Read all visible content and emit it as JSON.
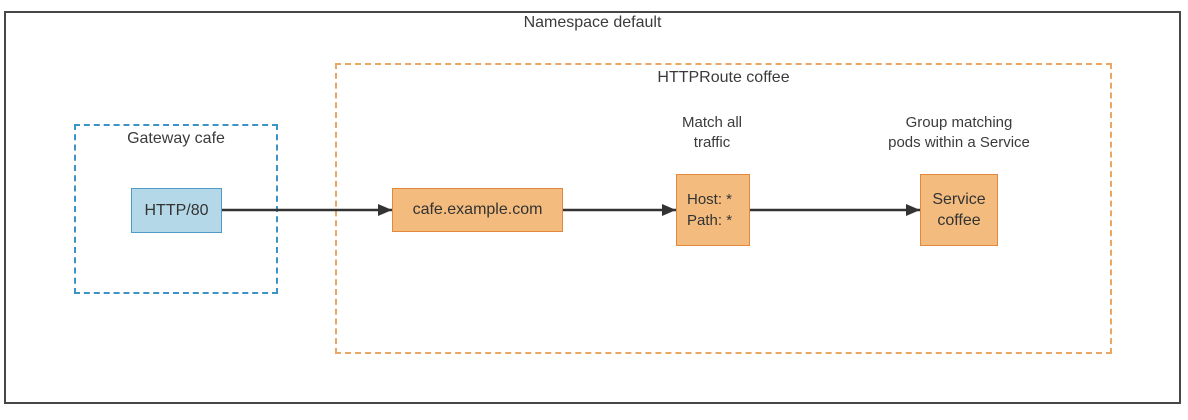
{
  "diagram": {
    "namespace_label": "Namespace default",
    "gateway": {
      "label": "Gateway cafe",
      "listener_label": "HTTP/80"
    },
    "httproute": {
      "label": "HTTPRoute coffee",
      "hostname_label": "cafe.example.com",
      "match_annotation_line1": "Match all",
      "match_annotation_line2": "traffic",
      "match_host": "Host: *",
      "match_path": "Path: *",
      "backend_annotation_line1": "Group matching",
      "backend_annotation_line2": "pods within a Service",
      "service_line1": "Service",
      "service_line2": "coffee"
    },
    "colors": {
      "gateway_node_fill": "#b5d8e8",
      "gateway_node_border": "#4e9bc8",
      "gateway_box_dash": "#3d93c5",
      "httproute_node_fill": "#f3bb7e",
      "httproute_node_border": "#e2873b",
      "httproute_box_dash": "#eaa763",
      "arrow": "#333333",
      "text": "#3b3b3b",
      "outer_border": "#474747"
    }
  }
}
